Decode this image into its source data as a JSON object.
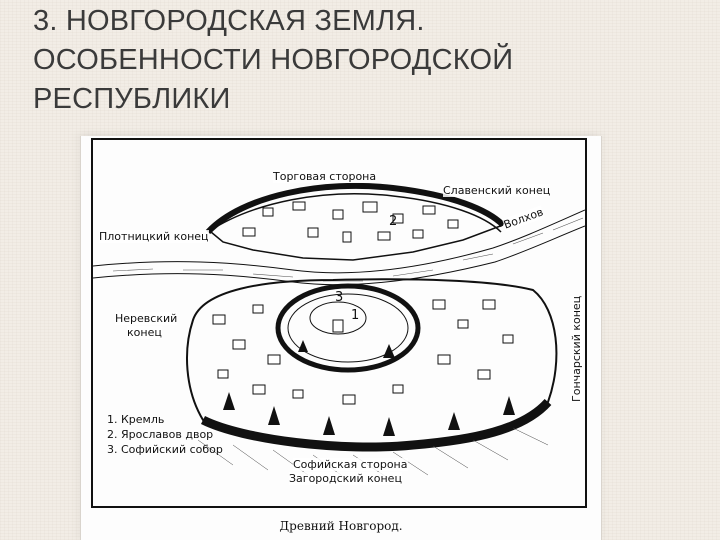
{
  "slide": {
    "title_lines": [
      "3. НОВГОРОДСКАЯ ЗЕМЛЯ.",
      "ОСОБЕННОСТИ НОВГОРОДСКОЙ",
      "РЕСПУБЛИКИ"
    ]
  },
  "map": {
    "labels": {
      "torgovaya": "Торговая сторона",
      "slavensky": "Славенский конец",
      "volhov": "Волхов",
      "plotnitsky": "Плотницкий конец",
      "nerevsky_1": "Неревский",
      "nerevsky_2": "конец",
      "goncharsky": "Гончарский конец",
      "sofiyskaya": "Софийская сторона",
      "zagorodsky": "Загородский конец"
    },
    "markers": [
      "1",
      "2",
      "3"
    ],
    "legend": [
      "1. Кремль",
      "2. Ярославов двор",
      "3. Софийский собор"
    ],
    "caption": "Древний Новгород."
  },
  "colors": {
    "title": "#3a3a3a",
    "ink": "#111111",
    "background": "#f2ede6",
    "panel": "#fdfdfd"
  }
}
